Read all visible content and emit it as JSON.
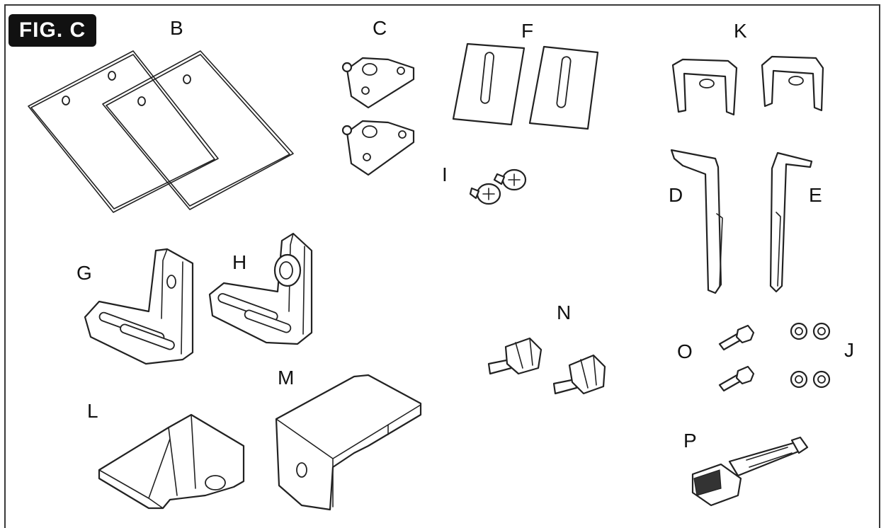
{
  "figure": {
    "badge": "FIG. C"
  },
  "parts": {
    "B": "B",
    "C": "C",
    "F": "F",
    "K": "K",
    "I": "I",
    "D": "D",
    "E": "E",
    "G": "G",
    "H": "H",
    "N": "N",
    "O": "O",
    "J": "J",
    "L": "L",
    "M": "M",
    "P": "P"
  }
}
